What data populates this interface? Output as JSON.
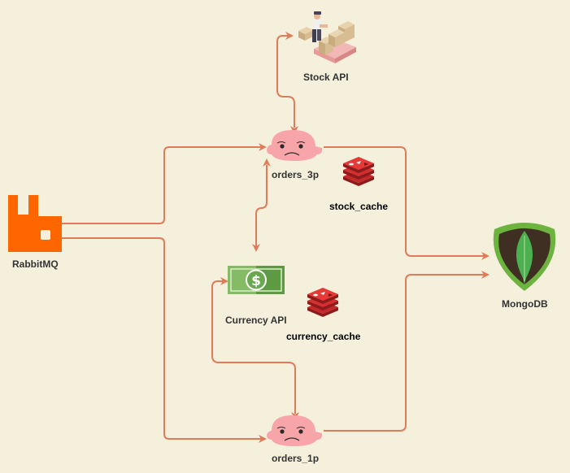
{
  "colors": {
    "background": "#f5f0dc",
    "edge": "#e07b5a",
    "rabbitmq": "#ff6600",
    "redis": "#c62828",
    "mongodb_shield": "#6db33f",
    "mongodb_inner": "#3e2f22",
    "mongodb_leaf": "#4caf50",
    "blobfish": "#f8a5a9",
    "money": "#85bb65"
  },
  "nodes": {
    "rabbitmq": {
      "label": "RabbitMQ",
      "icon": "rabbitmq-icon"
    },
    "stock_api": {
      "label": "Stock API",
      "icon": "warehouse-worker-icon"
    },
    "orders_3p": {
      "label": "orders_3p",
      "icon": "blobfish-icon"
    },
    "stock_cache": {
      "label": "stock_cache",
      "icon": "redis-icon"
    },
    "currency_api": {
      "label": "Currency API",
      "icon": "dollar-bill-icon"
    },
    "currency_cache": {
      "label": "currency_cache",
      "icon": "redis-icon"
    },
    "orders_1p": {
      "label": "orders_1p",
      "icon": "blobfish-icon"
    },
    "mongodb": {
      "label": "MongoDB",
      "icon": "mongodb-leaf-icon"
    }
  },
  "edges": [
    {
      "from": "rabbitmq",
      "to": "orders_3p",
      "direction": "forward"
    },
    {
      "from": "rabbitmq",
      "to": "orders_1p",
      "direction": "forward"
    },
    {
      "from": "orders_3p",
      "to": "stock_api",
      "direction": "both"
    },
    {
      "from": "orders_3p",
      "to": "currency_api",
      "direction": "both"
    },
    {
      "from": "orders_1p",
      "to": "currency_api",
      "direction": "both"
    },
    {
      "from": "orders_3p",
      "to": "mongodb",
      "direction": "forward"
    },
    {
      "from": "orders_1p",
      "to": "mongodb",
      "direction": "forward"
    }
  ]
}
